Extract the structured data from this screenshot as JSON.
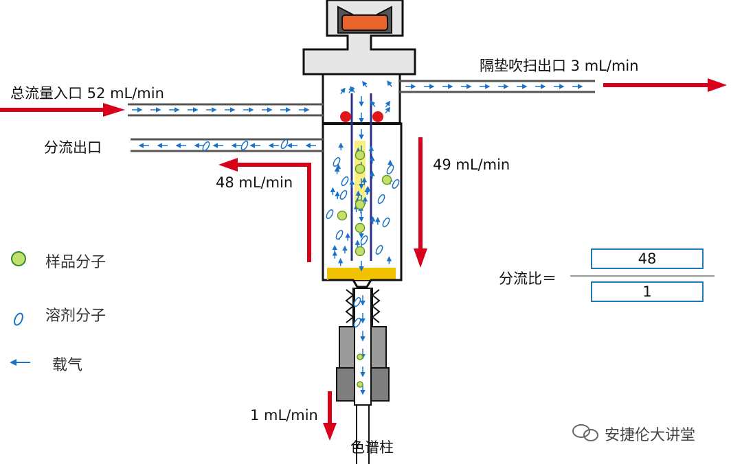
{
  "labels": {
    "total_inlet": "总流量入口 52 mL/min",
    "septum_purge": "隔垫吹扫出口 3 mL/min",
    "split_outlet": "分流出口",
    "split_flow": "48 mL/min",
    "column_flow_down": "49 mL/min",
    "column_flow": "1 mL/min",
    "column": "色谱柱"
  },
  "legend": {
    "sample": "样品分子",
    "solvent": "溶剂分子",
    "carrier": "载气"
  },
  "ratio": {
    "label": "分流比＝",
    "numerator": "48",
    "denominator": "1"
  },
  "watermark": "安捷伦大讲堂",
  "colors": {
    "arrow_red": "#d9001b",
    "flow_blue": "#1a73c9",
    "sample_green": "#c5e06a",
    "septum_orange": "#e8642a",
    "seal_yellow": "#f2c200",
    "liner_navy": "#2b2f8a",
    "ring_red": "#e0161b"
  }
}
